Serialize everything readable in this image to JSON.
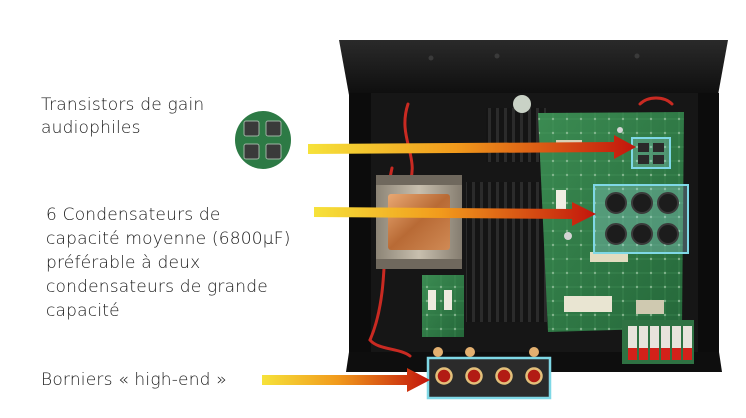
{
  "labels": {
    "gain": {
      "line1": "Transistors de gain",
      "line2": "audiophiles"
    },
    "capacitors": {
      "line1": "6 Condensateurs de",
      "line2": "capacité moyenne (6800µF)",
      "line3": "préférable à deux",
      "line4": "condensateurs de grande",
      "line5": "capacité"
    },
    "terminals": {
      "line1": "Borniers « high-end »"
    }
  },
  "colors": {
    "background": "#ffffff",
    "chassis": "#151515",
    "pcb": "#2e7a45",
    "highlight_box": "#7fd8e6",
    "arrow_start": "#f6d516",
    "arrow_end": "#c2150c",
    "text": "#1a1a1a"
  }
}
